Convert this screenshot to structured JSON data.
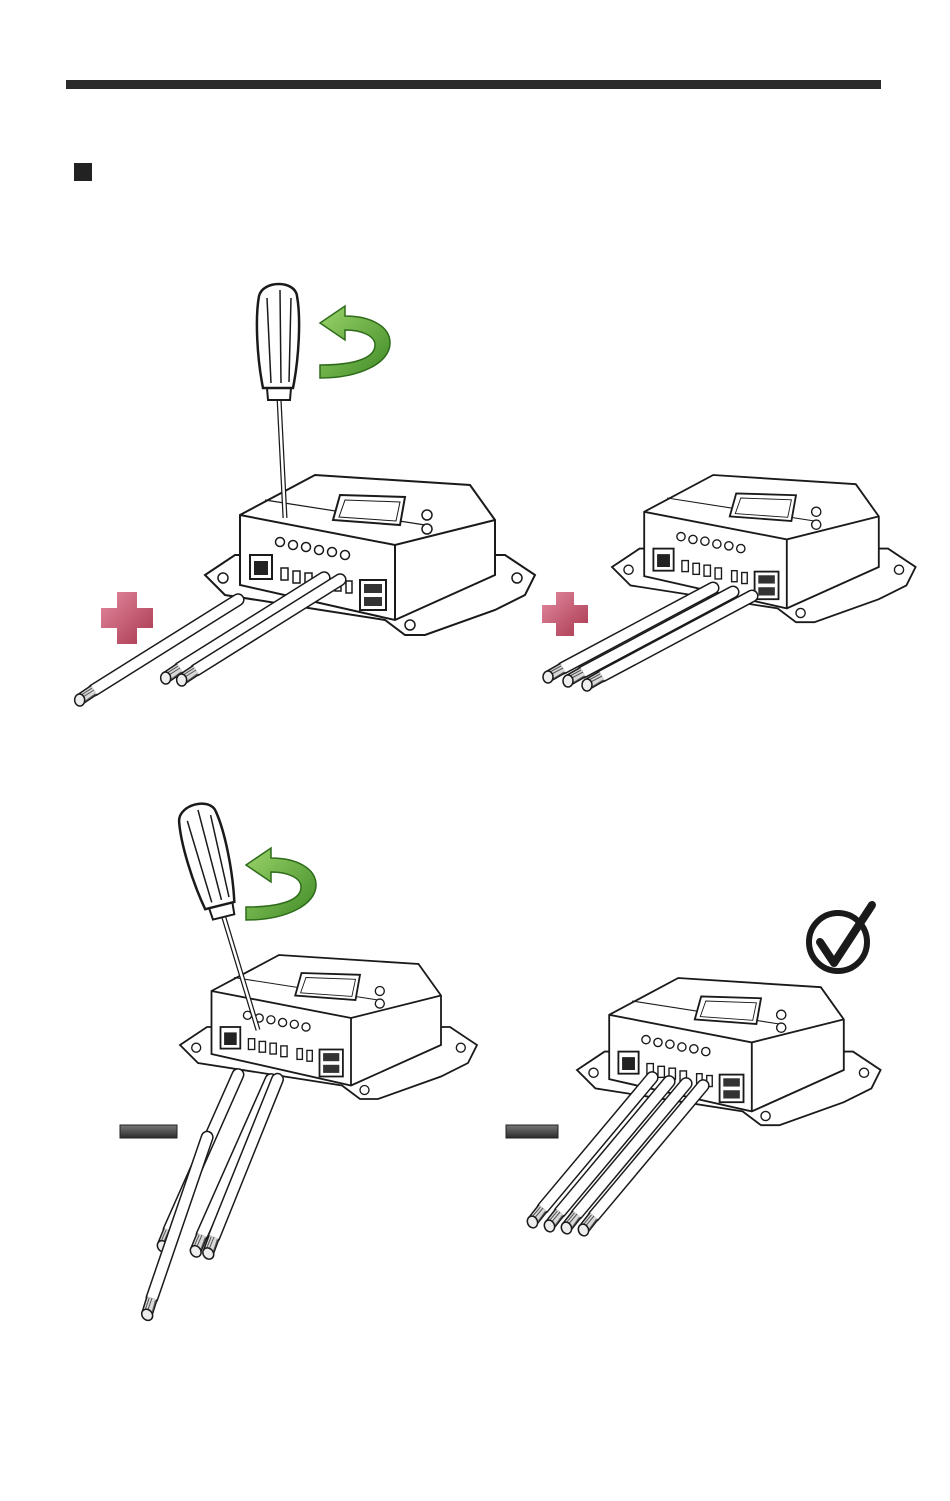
{
  "page": {
    "header_rule": "section-divider",
    "bullet": "square-bullet"
  },
  "steps": [
    {
      "id": "positive-loosen",
      "symbol": "plus-icon",
      "tool": "screwdriver-icon",
      "rotation": "counterclockwise-arrow-icon",
      "wires": 3
    },
    {
      "id": "positive-connected",
      "symbol": "plus-icon",
      "wires": 3
    },
    {
      "id": "negative-loosen",
      "symbol": "minus-icon",
      "tool": "screwdriver-icon",
      "rotation": "counterclockwise-arrow-icon",
      "wires": 4
    },
    {
      "id": "negative-connected",
      "symbol": "minus-icon",
      "wires": 4,
      "status": "checkmark-icon"
    }
  ],
  "colors": {
    "plus": "#c0546b",
    "minus": "#4a4a4a",
    "arrow": "#5fa63a",
    "line": "#1a1a1a"
  }
}
